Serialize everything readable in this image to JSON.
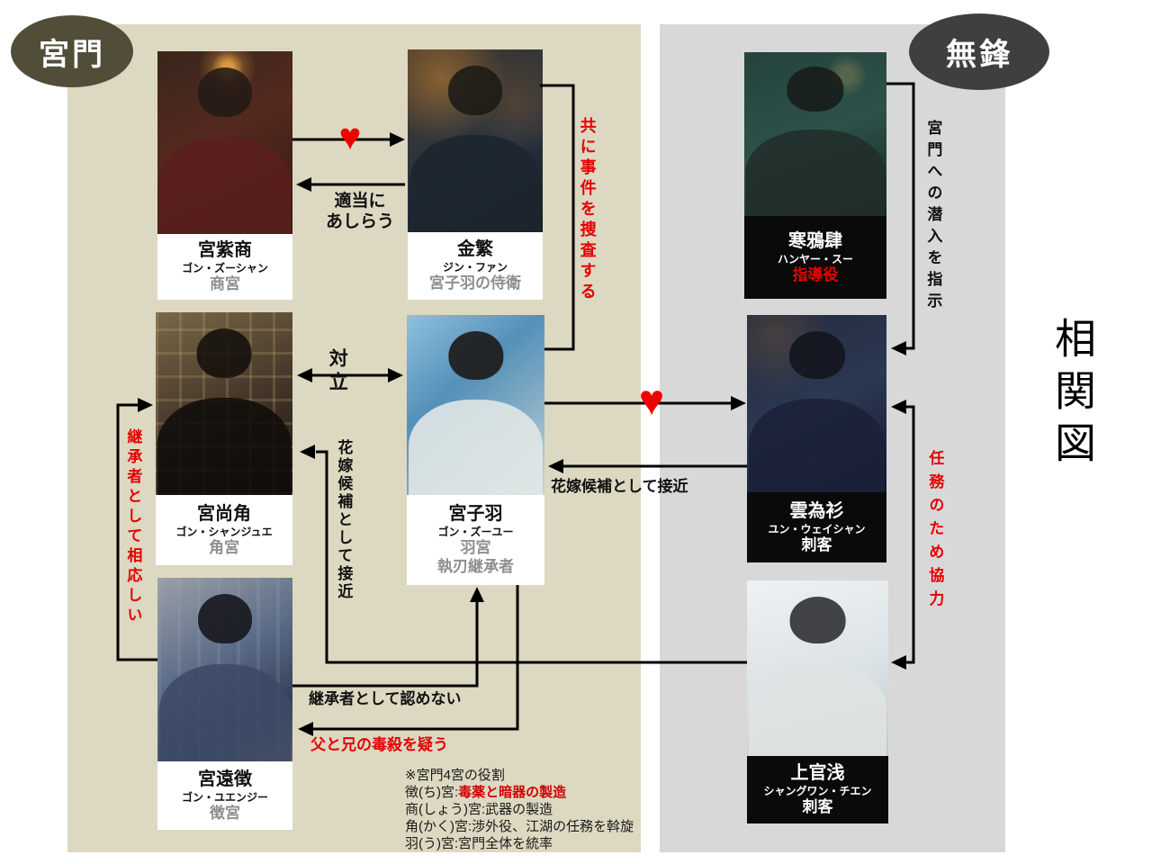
{
  "diagram_title": "相関図",
  "colors": {
    "accent_red": "#e60000",
    "panel_gongmen": "#ddd8c1",
    "panel_mufeng": "#d8d8d8",
    "oval_gongmen": "#514d39",
    "oval_mufeng": "#3f3f3f",
    "heart": "#ee0000"
  },
  "groups": {
    "gongmen": {
      "label": "宮門"
    },
    "mufeng": {
      "label": "無鋒"
    }
  },
  "characters": [
    {
      "name": "宮紫商",
      "kana": "ゴン・ズーシャン",
      "role": "商宮"
    },
    {
      "name": "金繁",
      "kana": "ジン・ファン",
      "role": "宮子羽の侍衛"
    },
    {
      "name": "寒鴉肆",
      "kana": "ハンヤー・スー",
      "role": "指導役"
    },
    {
      "name": "宮尚角",
      "kana": "ゴン・シャンジュエ",
      "role": "角宮"
    },
    {
      "name": "宮子羽",
      "kana": "ゴン・ズーユー",
      "role": "羽宮",
      "role2": "執刃継承者"
    },
    {
      "name": "雲為衫",
      "kana": "ユン・ウェイシャン",
      "role": "刺客"
    },
    {
      "name": "宮遠徴",
      "kana": "ゴン・ユエンジー",
      "role": "徴宮"
    },
    {
      "name": "上官浅",
      "kana": "シャングワン・チエン",
      "role": "刺客"
    }
  ],
  "relations": {
    "love_top": "♥",
    "love_mid": "♥",
    "tekitou": "適当に\nあしらう",
    "tairitsu": "対立",
    "tomoni_sousa": "共に事件を捜査する",
    "hanayome_yoko": "花嫁候補として接近",
    "hanayome_tate": "花嫁候補として接近",
    "keishosha_mitomenai": "継承者として認めない",
    "dokusatsu_utagau": "父と兄の毒殺を疑う",
    "keishosha_fusawashii": "継承者として相応しい",
    "sennyu_shiji": "宮門への潜入を指示",
    "ninmu_kyoryoku": "任務のため協力"
  },
  "note": {
    "line1": "※宮門4宮の役割",
    "line2_prefix": "徴(ち)宮:",
    "line2_red": "毒薬と暗器の製造",
    "line3": "商(しょう)宮:武器の製造",
    "line4": "角(かく)宮:渉外役、江湖の任務を斡旋",
    "line5": "羽(う)宮:宮門全体を統率"
  }
}
